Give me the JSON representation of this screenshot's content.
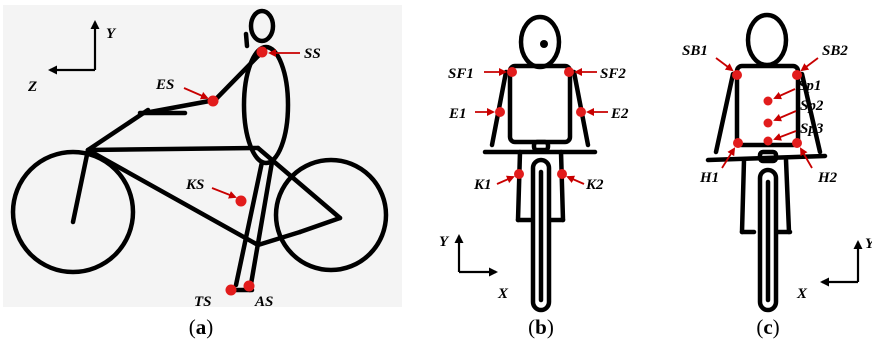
{
  "panels": [
    {
      "caption_open": "(",
      "caption_letter": "a",
      "caption_close": ")"
    },
    {
      "caption_open": "(",
      "caption_letter": "b",
      "caption_close": ")"
    },
    {
      "caption_open": "(",
      "caption_letter": "c",
      "caption_close": ")"
    }
  ],
  "panel_a": {
    "axes": {
      "y": "Y",
      "z": "Z"
    },
    "markers": [
      "SS",
      "ES",
      "KS",
      "TS",
      "AS"
    ]
  },
  "panel_b": {
    "axes": {
      "y": "Y",
      "x": "X"
    },
    "markers": [
      "SF1",
      "SF2",
      "E1",
      "E2",
      "K1",
      "K2"
    ]
  },
  "panel_c": {
    "axes": {
      "y": "Y",
      "x": "X"
    },
    "markers": [
      "SB1",
      "SB2",
      "Sp1",
      "Sp2",
      "Sp3",
      "H1",
      "H2"
    ]
  },
  "colors": {
    "marker": "#e21c1c",
    "arrow": "#c80000",
    "line": "#000000",
    "panel_a_bg": "#f4f4f4"
  }
}
